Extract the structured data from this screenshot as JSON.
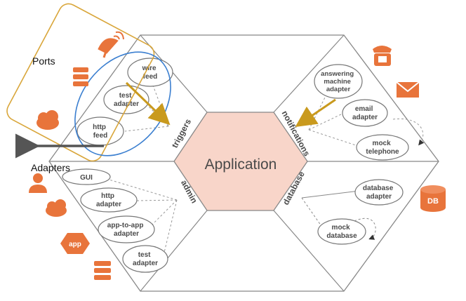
{
  "center": {
    "label": "Application"
  },
  "sides": {
    "triggers": "triggers",
    "notifications": "notifications",
    "admin": "admin",
    "database": "database"
  },
  "annotations": {
    "ports": "Ports",
    "adapters": "Adapters"
  },
  "adapters": {
    "wire_feed": [
      "wire",
      "feed"
    ],
    "test_adapter_top": [
      "test",
      "adapter"
    ],
    "http_feed": [
      "http",
      "feed"
    ],
    "answering_machine": [
      "answering",
      "machine",
      "adapter"
    ],
    "email_adapter": [
      "email",
      "adapter"
    ],
    "mock_telephone": [
      "mock",
      "telephone"
    ],
    "gui": [
      "GUI"
    ],
    "http_adapter": [
      "http",
      "adapter"
    ],
    "app_to_app": [
      "app-to-app",
      "adapter"
    ],
    "test_adapter_bottom": [
      "test",
      "adapter"
    ],
    "database_adapter": [
      "database",
      "adapter"
    ],
    "mock_database": [
      "mock",
      "database"
    ]
  },
  "icons": {
    "app_badge": "app",
    "db_badge": "DB"
  },
  "colors": {
    "accent_orange": "#e8743b",
    "center_fill": "#f8d5c9",
    "highlight_blue": "#3b7fd0",
    "highlight_gold": "#d9a63a",
    "arrow_gold": "#c99a1e",
    "outline": "#777777"
  }
}
